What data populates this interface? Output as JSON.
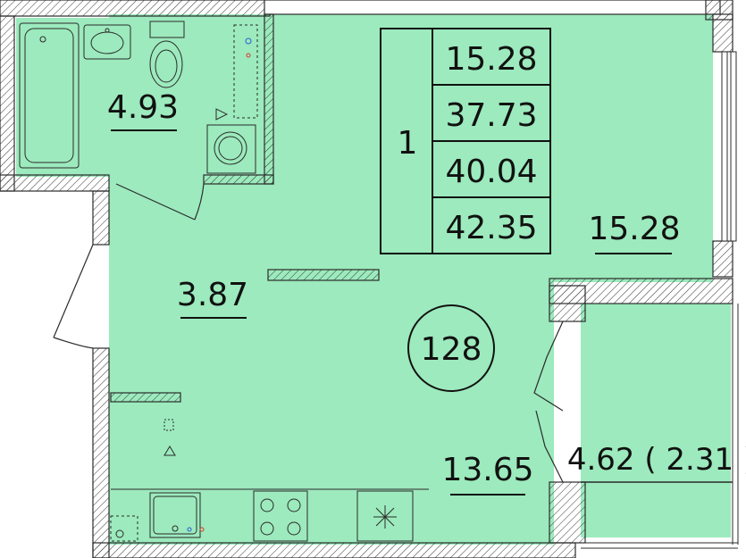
{
  "plan": {
    "apartment_number": "128",
    "rooms_count": "1",
    "summary": {
      "living_area": "15.28",
      "total_area_1": "37.73",
      "total_area_2": "40.04",
      "total_area_3": "42.35"
    },
    "rooms": {
      "bathroom": "4.93",
      "hallway": "3.87",
      "kitchen": "13.65",
      "living_room": "15.28",
      "balcony": "4.62 ( 2.31 )"
    },
    "colors": {
      "floor": "#9ceabd",
      "wall_fill": "#ffffff",
      "wall_line": "#2b2b2b"
    }
  }
}
